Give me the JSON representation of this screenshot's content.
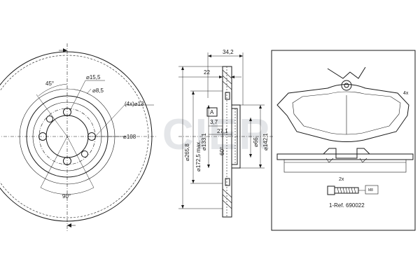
{
  "watermark": "CIER",
  "disc_front": {
    "angle_top": "45°",
    "angle_bottom": "90°",
    "dia_15_5": "⌀15,5",
    "dia_8_5": "⌀8,5",
    "holes": "(4x)⌀13",
    "dia_108": "⌀108"
  },
  "disc_section": {
    "width_total": "34,2",
    "width_inner": "22",
    "marker": "A",
    "dia_265_8": "⌀265,8",
    "dia_172_5": "⌀172,5 max.",
    "dia_133_1": "⌀133,1",
    "dim_3_7": "3,7",
    "dim_27_1": "27,1",
    "angle_60": "60°",
    "dia_66": "⌀66",
    "dia_142_1": "⌀142,1"
  },
  "pads": {
    "qty": "4x",
    "bolt_qty": "2x",
    "bolt_thread": "M8",
    "reference": "1-Ref. 690022"
  }
}
